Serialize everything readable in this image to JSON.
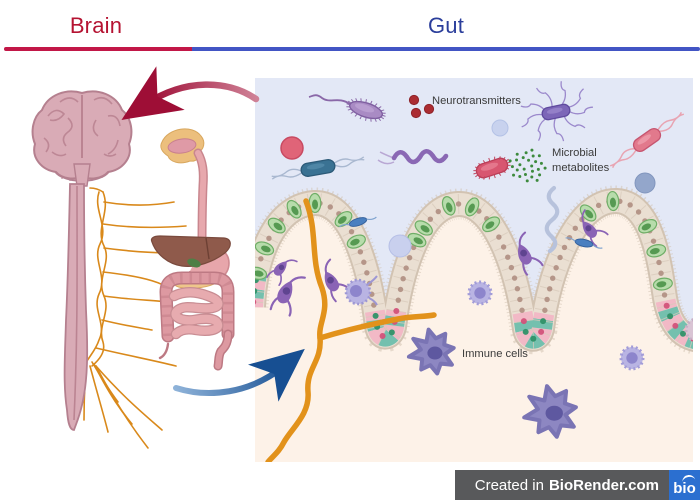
{
  "header": {
    "sections": [
      {
        "label": "Brain",
        "color": "#b51332"
      },
      {
        "label": "Gut",
        "color": "#2b3e9b"
      }
    ],
    "divider_colors": [
      "#c21747",
      "#4255c4"
    ]
  },
  "diagram": {
    "labels": {
      "neurotransmitters": "Neurotransmitters",
      "microbial_metabolites_line1": "Microbial",
      "microbial_metabolites_line2": "metabolites",
      "immune_cells": "Immune cells"
    },
    "colors": {
      "lumen_background": "#e3e8f6",
      "tissue_background": "#fdf2e8",
      "gut_to_brain_arrow": "#9e0e36",
      "brain_to_gut_arrow": "#174f92",
      "enteric_nerve": "#e2921b",
      "neurotransmitter_dot": "#ab2c32",
      "metabolite_dot": "#3d8a3d"
    }
  },
  "badge": {
    "prefix": "Created in",
    "brand": "BioRender.com",
    "logo_text": "bio",
    "bar_color": "#58595b",
    "logo_background": "#2b6fd0"
  }
}
